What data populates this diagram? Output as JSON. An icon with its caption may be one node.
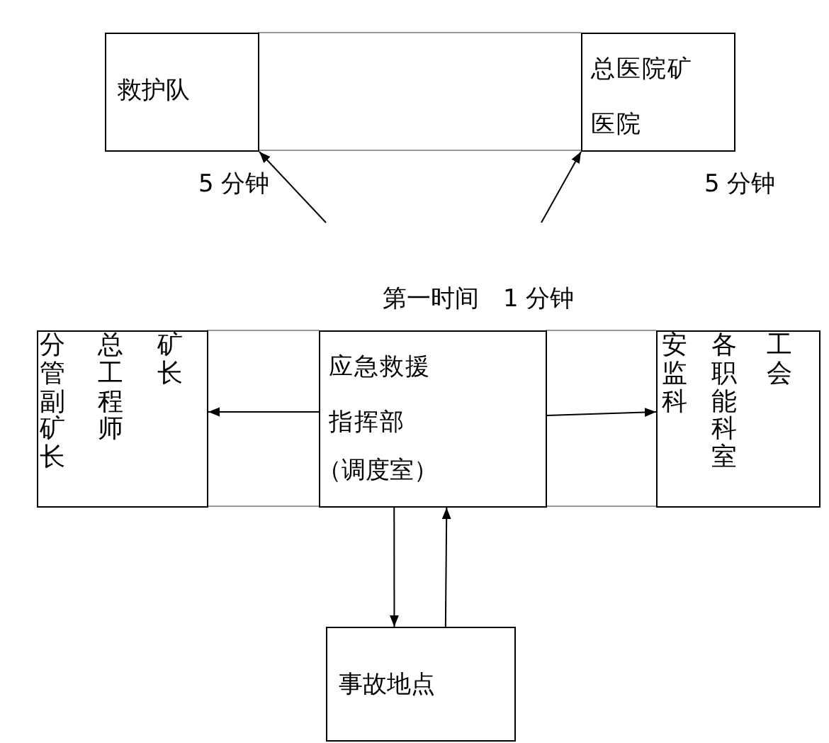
{
  "diagram": {
    "nodes": [
      {
        "text": [
          "救护队"
        ],
        "beside": [
          "5 分钟"
        ]
      },
      {
        "text": [
          "总医院矿医院"
        ],
        "beside": [
          "5 分钟"
        ]
      },
      {
        "text": [
          "分管副矿长",
          "总工程师",
          "矿长"
        ]
      },
      {
        "text": [
          "应急救援指挥部",
          "（调度室）"
        ],
        "beside": [
          "第一时间　1 分钟"
        ]
      },
      {
        "text": [
          "安监科",
          "各职能科室",
          "工会"
        ]
      },
      {
        "text": [
          "事故地点"
        ]
      }
    ],
    "edges": [
      {
        "from": null,
        "to": 0,
        "arrow": "to"
      },
      {
        "from": null,
        "to": 1,
        "arrow": "to"
      },
      {
        "from": 3,
        "to": 2,
        "arrow": "to"
      },
      {
        "from": 3,
        "to": 4,
        "arrow": "to"
      },
      {
        "from": 3,
        "to": 5,
        "arrow": "to"
      },
      {
        "from": 5,
        "to": 3,
        "arrow": "to"
      }
    ]
  }
}
